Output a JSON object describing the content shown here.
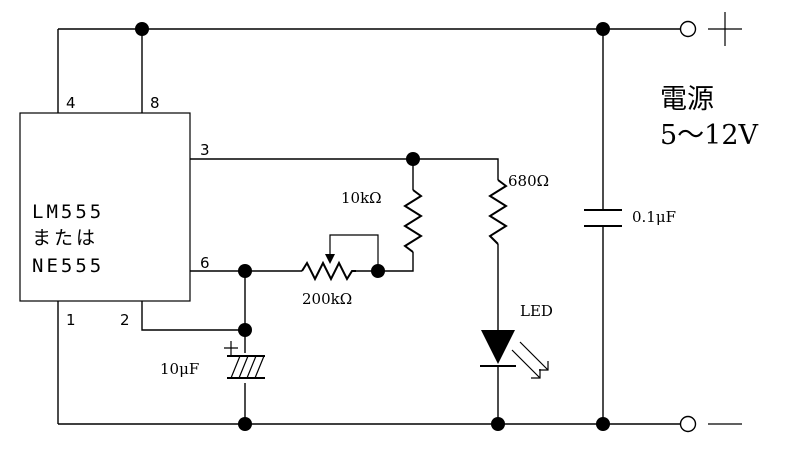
{
  "ic": {
    "line1": "LM555",
    "line2": "または",
    "line3": "NE555",
    "pins": {
      "p1": "1",
      "p2": "2",
      "p3": "3",
      "p4": "4",
      "p6": "6",
      "p8": "8"
    }
  },
  "labels": {
    "r10k": "10kΩ",
    "vr200k": "200kΩ",
    "r680": "680Ω",
    "c10u": "10μF",
    "c01u": "0.1μF",
    "led": "LED"
  },
  "power": {
    "title": "電源",
    "range": "5〜12V",
    "plus": "+"
  }
}
